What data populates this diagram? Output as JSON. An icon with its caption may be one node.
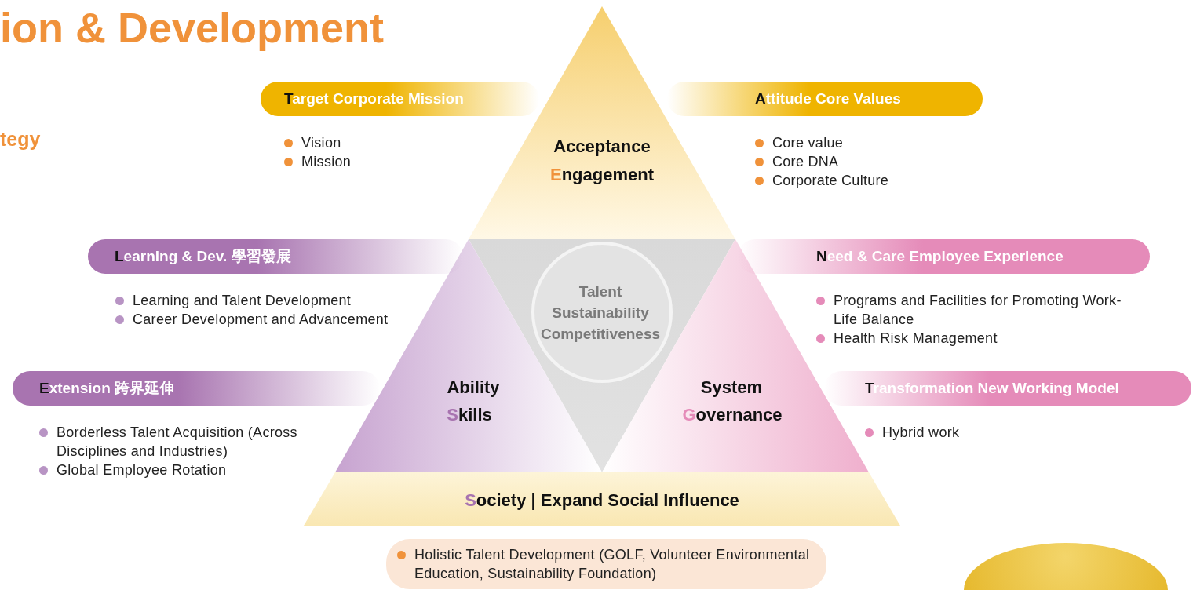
{
  "diagram": {
    "title": "ion & Development",
    "nodes": [
      {
        "text": [
          "Acceptance",
          "Engagement"
        ]
      },
      {
        "text": [
          "Target Corporate Mission",
          "Vision",
          "Mission"
        ]
      },
      {
        "text": [
          "Attitude Core Values",
          "Core value",
          "Core DNA",
          "Corporate Culture"
        ]
      },
      {
        "text": [
          "Talent Sustainability Competitiveness"
        ]
      },
      {
        "text": [
          "Learning & Dev. 學習發展",
          "Learning and Talent Development",
          "Career Development and Advancement"
        ]
      },
      {
        "text": [
          "Need & Care Employee Experience",
          "Programs and Facilities for Promoting Work-Life Balance",
          "Health Risk Management"
        ]
      },
      {
        "text": [
          "Ability",
          "Skills"
        ]
      },
      {
        "text": [
          "System",
          "Governance"
        ]
      },
      {
        "text": [
          "Extension 跨界延伸",
          "Borderless Talent Acquisition (Across Disciplines and Industries)",
          "Global Employee Rotation"
        ]
      },
      {
        "text": [
          "Transformation New Working Model",
          "Hybrid work"
        ]
      },
      {
        "text": [
          "Society | Expand Social Influence"
        ]
      },
      {
        "text": [
          "Holistic Talent Development (GOLF, Volunteer Environmental Education, Sustainability Foundation)"
        ]
      },
      {
        "text": [],
        "shape": "circle"
      }
    ],
    "labels": [
      "tegy"
    ]
  }
}
